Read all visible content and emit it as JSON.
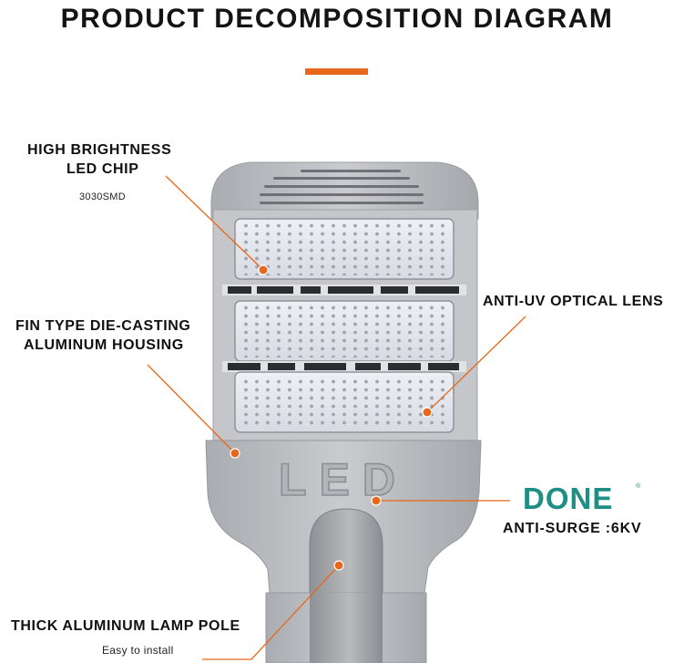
{
  "title": "PRODUCT DECOMPOSITION DIAGRAM",
  "colors": {
    "accent": "#e8671a",
    "brand": "#1f8f86",
    "housing": "#b9bbbe"
  },
  "callouts": {
    "led_chip": {
      "line1": "HIGH BRIGHTNESS",
      "line2": "LED CHIP",
      "sub": "3030SMD"
    },
    "housing": {
      "line1": "FIN TYPE DIE-CASTING",
      "line2": "ALUMINUM HOUSING"
    },
    "lens": {
      "label": "ANTI-UV OPTICAL LENS"
    },
    "brand": {
      "name": "DONE",
      "mark": "®"
    },
    "surge": {
      "label": "ANTI-SURGE :6KV"
    },
    "pole": {
      "label": "THICK ALUMINUM LAMP POLE",
      "sub": "Easy to install"
    }
  },
  "lamp": {
    "embossed_text": "LED"
  }
}
